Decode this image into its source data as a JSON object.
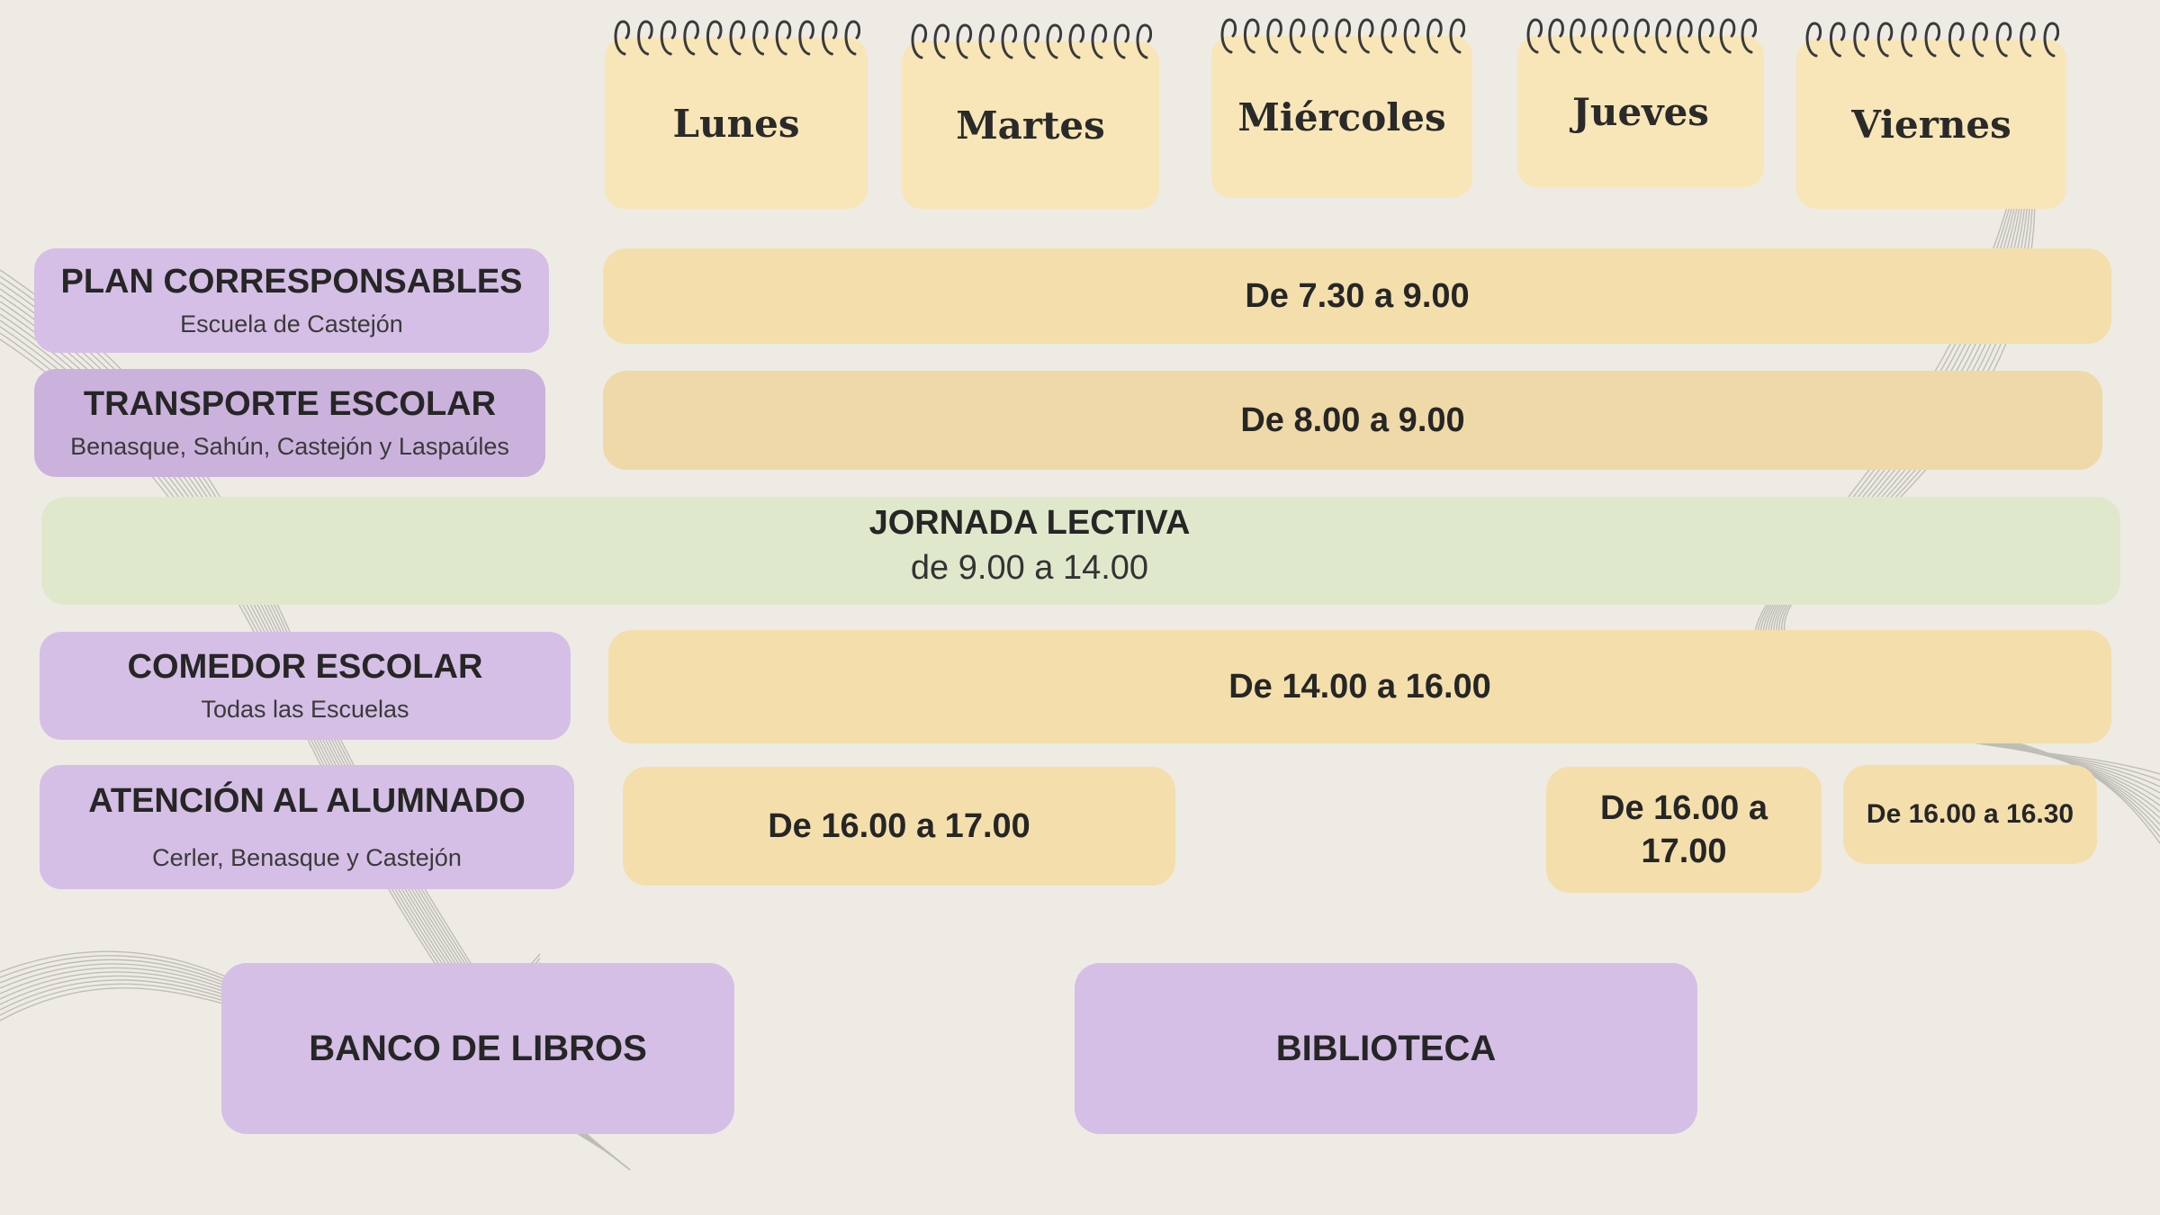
{
  "days": [
    "Lunes",
    "Martes",
    "Miércoles",
    "Jueves",
    "Viernes"
  ],
  "rows": {
    "plan": {
      "title": "PLAN CORRESPONSABLES",
      "subtitle": "Escuela de Castejón",
      "time": "De 7.30 a 9.00"
    },
    "transporte": {
      "title": "TRANSPORTE ESCOLAR",
      "subtitle": "Benasque, Sahún, Castejón y Laspaúles",
      "time": "De 8.00 a 9.00"
    },
    "jornada": {
      "title": "JORNADA LECTIVA",
      "time": "de 9.00 a 14.00"
    },
    "comedor": {
      "title": "COMEDOR ESCOLAR",
      "subtitle": "Todas las Escuelas",
      "time": "De 14.00 a 16.00"
    },
    "atencion": {
      "title": "ATENCIÓN AL ALUMNADO",
      "subtitle": "Cerler, Benasque y Castejón",
      "time_mon_tue": "De 16.00 a 17.00",
      "time_thu": "De 16.00 a 17.00",
      "time_fri": "De 16.00 a 16.30"
    }
  },
  "extras": {
    "banco": "BANCO DE LIBROS",
    "biblioteca": "BIBLIOTECA"
  },
  "colors": {
    "background": "#eeebe5",
    "purple": "#d5bfe6",
    "yellow": "#f4dfac",
    "green": "#e0e8cc",
    "note": "#f8e6b8"
  }
}
